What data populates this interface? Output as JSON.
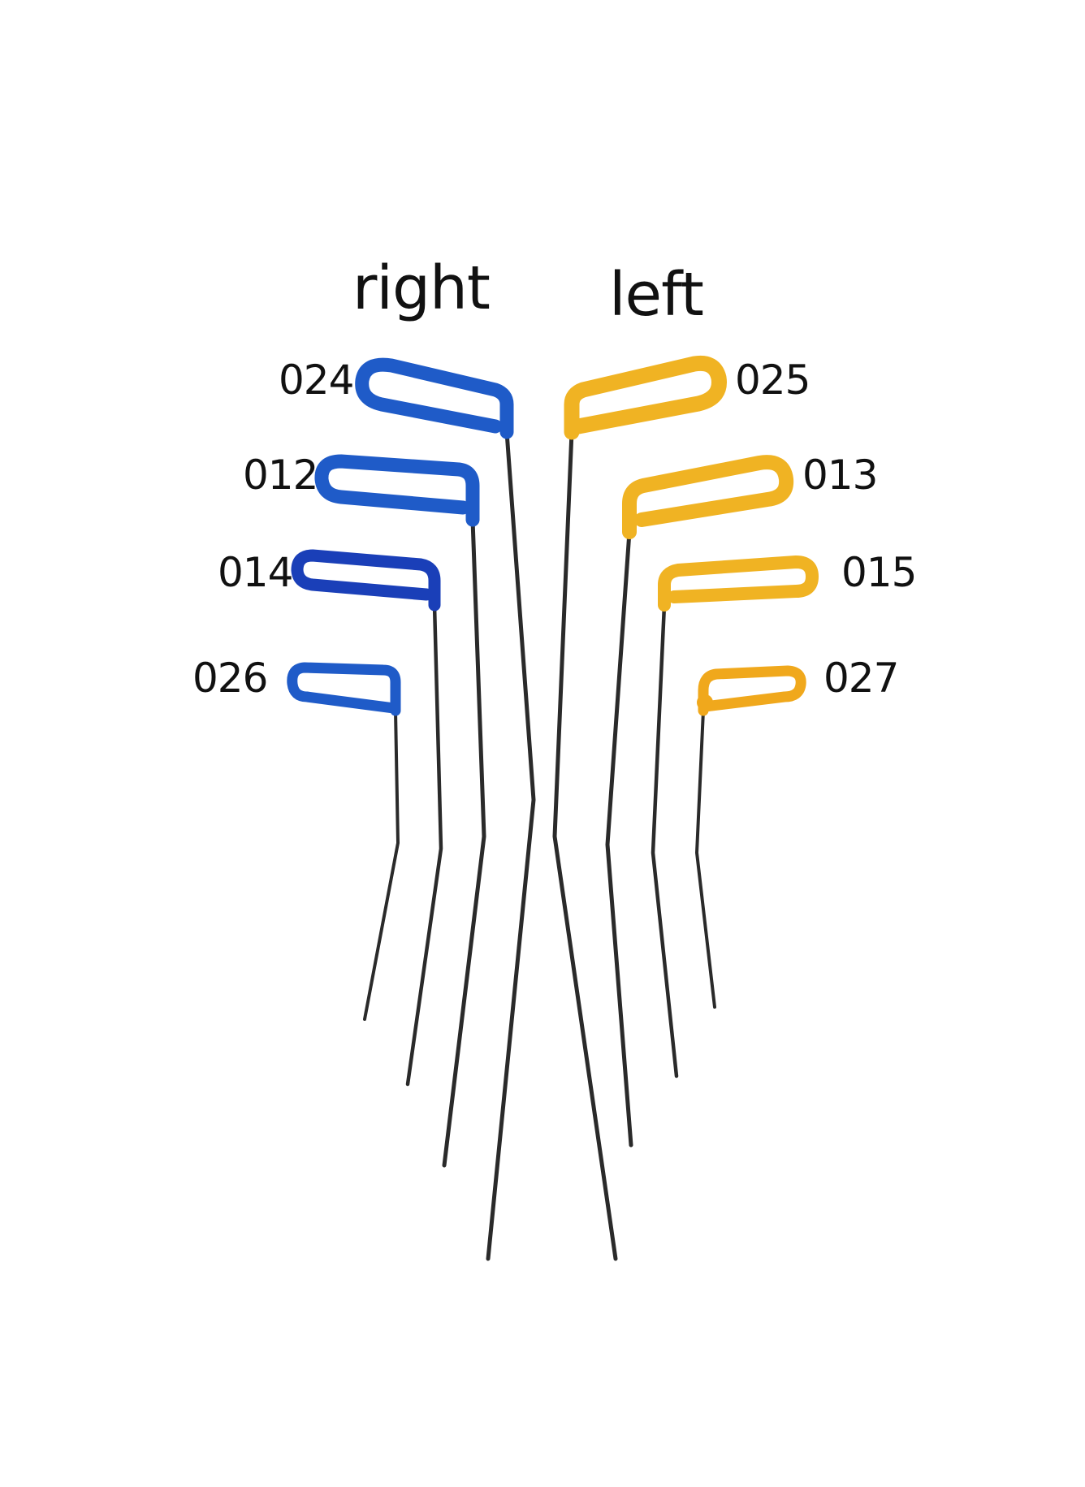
{
  "headings": {
    "right": "right",
    "left": "left"
  },
  "right_tools": [
    {
      "code": "024",
      "handle_color": "#1f5bc8"
    },
    {
      "code": "012",
      "handle_color": "#1f5bc8"
    },
    {
      "code": "014",
      "handle_color": "#1a3fb8"
    },
    {
      "code": "026",
      "handle_color": "#1f5bc8"
    }
  ],
  "left_tools": [
    {
      "code": "025",
      "handle_color": "#f0b323"
    },
    {
      "code": "013",
      "handle_color": "#f0b323"
    },
    {
      "code": "015",
      "handle_color": "#f0b323"
    },
    {
      "code": "027",
      "handle_color": "#f0a81c"
    }
  ],
  "colors": {
    "background": "#ffffff",
    "rod": "#2a2a2a",
    "text": "#111111"
  }
}
